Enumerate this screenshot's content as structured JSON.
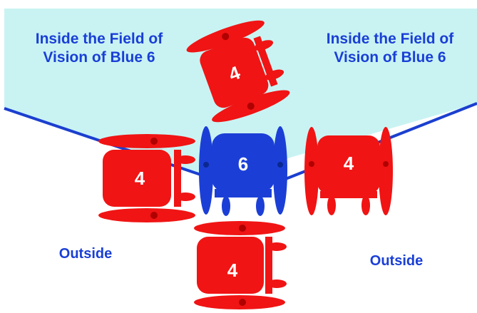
{
  "labels": {
    "inside_left_line1": "Inside the Field of",
    "inside_left_line2": "Vision of Blue 6",
    "inside_right_line1": "Inside the Field of",
    "inside_right_line2": "Vision of Blue 6",
    "outside_left": "Outside",
    "outside_right": "Outside"
  },
  "chairs": {
    "top_red": "4",
    "left_red": "4",
    "center_blue": "6",
    "right_red": "4",
    "bottom_red": "4"
  },
  "colors": {
    "field_fill": "#c9f3f3",
    "boundary": "#1b3fcf",
    "red_chair": "#f01414",
    "blue_chair": "#1b3fd6",
    "label_text": "#1a3fd6"
  }
}
